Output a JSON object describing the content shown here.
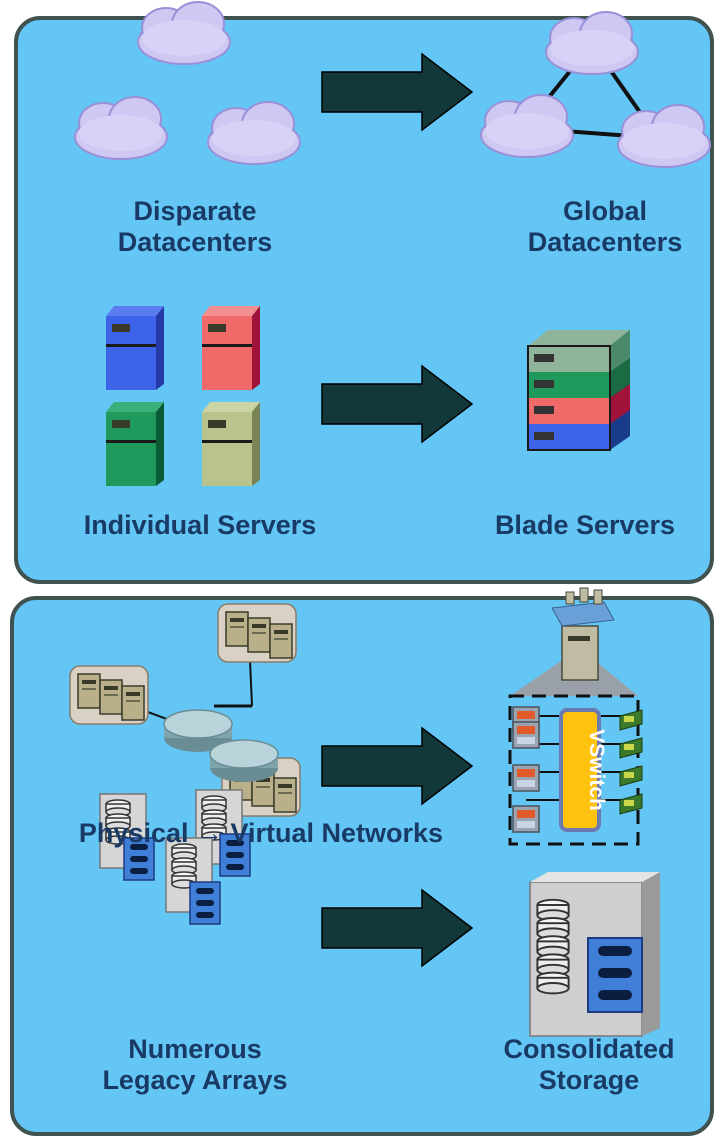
{
  "labels": {
    "disparate_line1": "Disparate",
    "disparate_line2": "Datacenters",
    "global_line1": "Global",
    "global_line2": "Datacenters",
    "individual_servers": "Individual Servers",
    "blade_servers": "Blade Servers",
    "networks": "Physical → Virtual Networks",
    "legacy_line1": "Numerous",
    "legacy_line2": "Legacy Arrays",
    "consolidated_line1": "Consolidated",
    "consolidated_line2": "Storage",
    "vswitch": "VSwitch"
  },
  "colors": {
    "panel_bg": "#63c6f5",
    "panel_border": "#3f5250",
    "label_text": "#1a3a66",
    "arrow": "#13383a",
    "cloud": "#cfc8f2",
    "server_blue": "#3d63e8",
    "server_red": "#f06a6a",
    "server_green": "#1f9a5c",
    "server_khaki": "#b8c48c",
    "vswitch": "#ffc20e"
  }
}
